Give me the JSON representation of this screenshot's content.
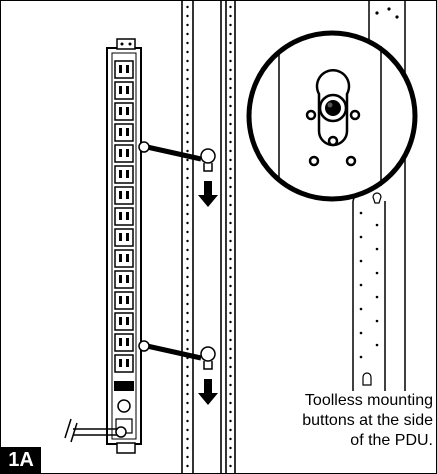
{
  "figure": {
    "label": "1A",
    "caption_lines": [
      "Toolless mounting",
      "buttons at the side",
      "of the PDU."
    ]
  }
}
